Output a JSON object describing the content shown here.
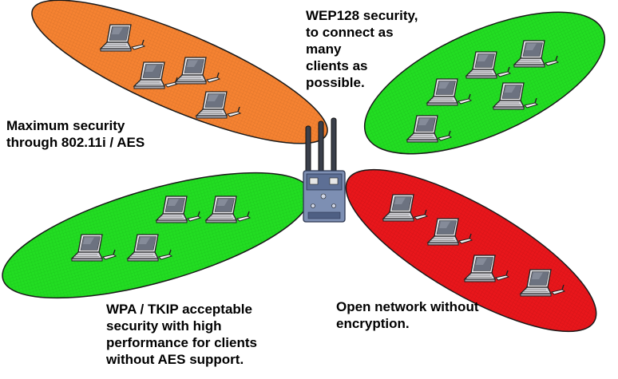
{
  "colors": {
    "orange_zone": "#f58231",
    "green_zone": "#22dd22",
    "red_zone": "#e8161b",
    "outline": "#1a1a1a",
    "router_body": "#7d8fb3"
  },
  "icons": {
    "laptop": "laptop-icon",
    "router": "access-point-router-icon"
  },
  "zones": [
    {
      "name": "orange-zone",
      "color": "orange_zone",
      "laptops": 4,
      "label_lines": [
        "Maximum security",
        "through 802.11i / AES"
      ]
    },
    {
      "name": "green-top-zone",
      "color": "green_zone",
      "laptops": 5,
      "label_lines": [
        "WEP128 security,",
        "to connect as",
        "many",
        "clients as",
        "possible."
      ]
    },
    {
      "name": "green-bottom-zone",
      "color": "green_zone",
      "laptops": 4,
      "label_lines": [
        "WPA / TKIP acceptable",
        "security with high",
        "performance for clients",
        "without AES support."
      ]
    },
    {
      "name": "red-zone",
      "color": "red_zone",
      "laptops": 4,
      "label_lines": [
        "Open network without",
        "encryption."
      ]
    }
  ]
}
